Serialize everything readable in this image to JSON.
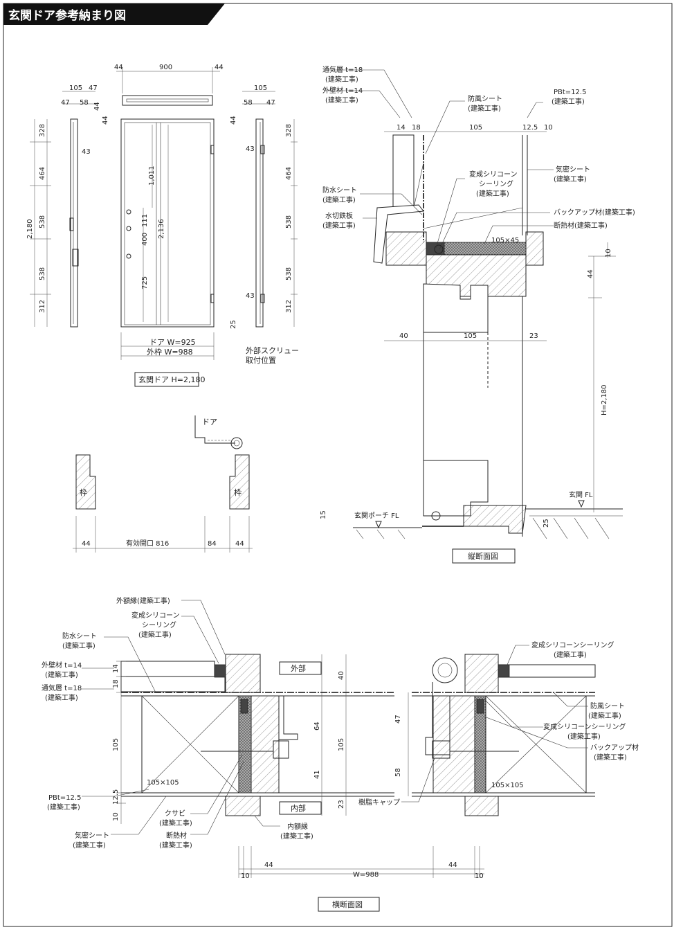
{
  "title": "玄関ドア参考納まり図",
  "elevation": {
    "dims": {
      "top_side": "44",
      "top_width": "900",
      "d105_left": "105",
      "d47": "47",
      "d47b": "47",
      "d58": "58",
      "d58b": "58",
      "d44a": "44",
      "d44b": "44",
      "d328": "328",
      "d464": "464",
      "d538a": "538",
      "d538b": "538",
      "d312": "312",
      "total_h": "2,180",
      "d43": "43",
      "d1011": "1,011",
      "d2136": "2,136",
      "d111": "111",
      "d400": "400",
      "d725": "725",
      "d105_right": "105",
      "d25": "25"
    },
    "door_w": "ドア W=925",
    "frame_w": "外枠 W=988",
    "screw_note": [
      "外部スクリュー",
      "取付位置"
    ],
    "caption": "玄関ドア H=2,180"
  },
  "opening": {
    "door_label": "ドア",
    "frame_label": "枠",
    "dims": [
      "44",
      "有効開口 816",
      "84",
      "44"
    ]
  },
  "vertical_section": {
    "caption": "縦断面図",
    "labels": {
      "vent": [
        "通気層 t=18",
        "(建築工事)"
      ],
      "ext_wall": [
        "外壁材 t=14",
        "(建築工事)"
      ],
      "windsheet": [
        "防風シート",
        "(建築工事)"
      ],
      "pb": [
        "PBt=12.5",
        "(建築工事)"
      ],
      "sealing": [
        "変成シリコーン",
        "シーリング",
        "(建築工事)"
      ],
      "airsheet": [
        "気密シート",
        "(建築工事)"
      ],
      "waterproof": [
        "防水シート",
        "(建築工事)"
      ],
      "flashing": [
        "水切鉄板",
        "(建築工事)"
      ],
      "backup": "バックアップ材(建築工事)",
      "insulation": "断熱材(建築工事)"
    },
    "dims": {
      "t14": "14",
      "t18": "18",
      "t105": "105",
      "t125": "12.5",
      "t10": "10",
      "wood": "105×45",
      "r10": "10",
      "r44": "44",
      "b40": "40",
      "b105": "105",
      "b23": "23",
      "height": "H=2,180",
      "fl": "玄関 FL",
      "porch": "玄関ポーチ FL",
      "d15": "15",
      "d25": "25"
    }
  },
  "horizontal_section": {
    "caption": "横断面図",
    "exterior": "外部",
    "interior": "内部",
    "labels": {
      "outer_casing": "外額縁(建築工事)",
      "sealing": [
        "変成シリコーン",
        "シーリング",
        "(建築工事)"
      ],
      "waterproof": [
        "防水シート",
        "(建築工事)"
      ],
      "ext_wall": [
        "外壁材 t=14",
        "(建築工事)"
      ],
      "vent": [
        "通気層 t=18",
        "(建築工事)"
      ],
      "pb": [
        "PBt=12.5",
        "(建築工事)"
      ],
      "airsheet": [
        "気密シート",
        "(建築工事)"
      ],
      "wedge": [
        "クサビ",
        "(建築工事)"
      ],
      "insulation": [
        "断熱材",
        "(建築工事)"
      ],
      "inner_casing": [
        "内額縁",
        "(建築工事)"
      ],
      "resin_cap": "樹脂キャップ",
      "sealing_r": [
        "変成シリコーンシーリング",
        "(建築工事)"
      ],
      "windsheet_r": [
        "防風シート",
        "(建築工事)"
      ],
      "sealing_r2": [
        "変成シリコーンシーリング",
        "(建築工事)"
      ],
      "backup_r": [
        "バックアップ材",
        "(建築工事)"
      ]
    },
    "dims": {
      "l14": "14",
      "l18": "18",
      "l105": "105",
      "l125": "12.5",
      "l10": "10",
      "c40": "40",
      "c64": "64",
      "c105": "105",
      "c41": "41",
      "c23": "23",
      "wood_l": "105×105",
      "wood_r": "105×105",
      "r47": "47",
      "r58": "58",
      "b10a": "10",
      "b44a": "44",
      "bw": "W=988",
      "b44b": "44",
      "b10b": "10"
    }
  }
}
